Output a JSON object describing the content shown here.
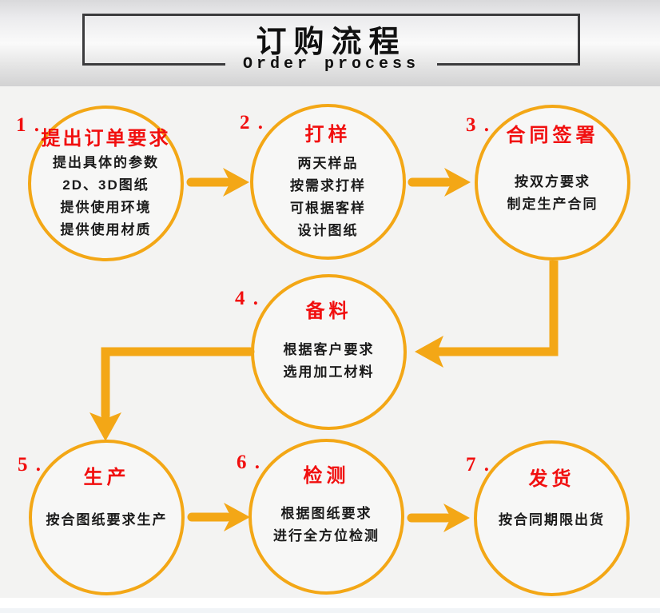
{
  "header": {
    "title": "订购流程",
    "subtitle": "Order process"
  },
  "steps": [
    {
      "number": "1 .",
      "title": "提出订单要求",
      "lines": [
        "提出具体的参数",
        "2D、3D图纸",
        "提供使用环境",
        "提供使用材质"
      ]
    },
    {
      "number": "2 .",
      "title": "打样",
      "lines": [
        "两天样品",
        "按需求打样",
        "可根据客样",
        "设计图纸"
      ]
    },
    {
      "number": "3 .",
      "title": "合同签署",
      "lines": [
        "按双方要求",
        "制定生产合同"
      ]
    },
    {
      "number": "4 .",
      "title": "备料",
      "lines": [
        "根据客户要求",
        "选用加工材料"
      ]
    },
    {
      "number": "5 .",
      "title": "生产",
      "lines": [
        "按合图纸要求生产"
      ]
    },
    {
      "number": "6 .",
      "title": "检测",
      "lines": [
        "根据图纸要求",
        "进行全方位检测"
      ]
    },
    {
      "number": "7 .",
      "title": "发货",
      "lines": [
        "按合同期限出货"
      ]
    }
  ],
  "colors": {
    "accent_orange": "#f3a716",
    "title_red": "#f10f0f",
    "body_text": "#1b1b1b",
    "frame_dark": "#3b3b3d"
  }
}
